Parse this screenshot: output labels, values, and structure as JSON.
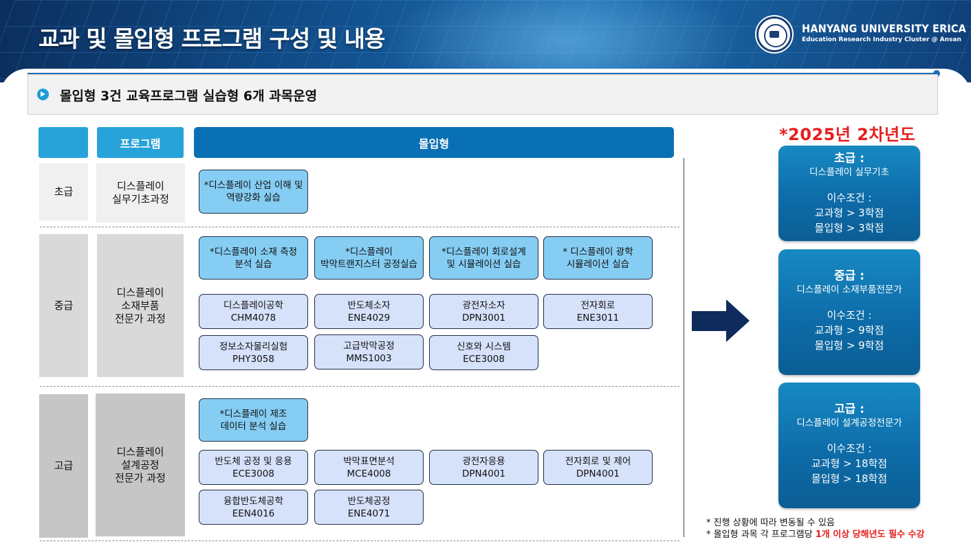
{
  "header": {
    "title": "교과 및 몰입형 프로그램 구성 및 내용",
    "logo_name": "HANYANG UNIVERSITY ERICA",
    "logo_sub": "Education Research Industry Cluster @ Ansan"
  },
  "subtitle": "몰입형 3건 교육프로그램 실습형 6개 과목운영",
  "table_headers": {
    "blank": "",
    "program": "프로그램",
    "immersive": "몰입형"
  },
  "levels": {
    "beginner": {
      "label": "초급",
      "program": "디스플레이\n실무기초과정"
    },
    "intermediate": {
      "label": "중급",
      "program": "디스플레이\n소재부품\n전문가 과정"
    },
    "advanced": {
      "label": "고급",
      "program": "디스플레이\n설계공정\n전문가 과정"
    }
  },
  "courses": {
    "beginner": [
      {
        "name": "*디스플레이 산업 이해 및\n역량강화 실습",
        "type": "immersive"
      }
    ],
    "intermediate": [
      {
        "name": "*디스플레이 소재 측정\n분석 실습",
        "type": "immersive"
      },
      {
        "name": "*디스플레이\n박막트랜지스터 공정실습",
        "type": "immersive"
      },
      {
        "name": "*디스플레이 회로설계\n및 시뮬레이션 실습",
        "type": "immersive"
      },
      {
        "name": "* 디스플레이 광학\n시뮬레이션 실습",
        "type": "immersive"
      },
      {
        "name": "디스플레이공학\nCHM4078",
        "type": "regular"
      },
      {
        "name": "반도체소자\nENE4029",
        "type": "regular"
      },
      {
        "name": "광전자소자\nDPN3001",
        "type": "regular"
      },
      {
        "name": "전자회로\nENE3011",
        "type": "regular"
      },
      {
        "name": "정보소자물리실험\nPHY3058",
        "type": "regular"
      },
      {
        "name": "고급박막공정\nMMS1003",
        "type": "regular"
      },
      {
        "name": "신호와 시스템\nECE3008",
        "type": "regular"
      }
    ],
    "advanced": [
      {
        "name": "*디스플레이 제조\n데이터 분석 실습",
        "type": "immersive"
      },
      {
        "name": "반도체 공정 및 응용\nECE3008",
        "type": "regular"
      },
      {
        "name": "박막표면분석\nMCE4008",
        "type": "regular"
      },
      {
        "name": "광전자응용\nDPN4001",
        "type": "regular"
      },
      {
        "name": "전자회로 및 제어\nDPN4001",
        "type": "regular"
      },
      {
        "name": "융합반도체공학\nEEN4016",
        "type": "regular"
      },
      {
        "name": "반도체공정\nENE4071",
        "type": "regular"
      }
    ]
  },
  "right_panel": {
    "year": "*2025년 2차년도",
    "boxes": [
      {
        "level": "초급 :",
        "name": "디스플레이 실무기초",
        "cond_label": "이수조건 :",
        "line1": "교과형 > 3학점",
        "line2": "몰입형 > 3학점"
      },
      {
        "level": "중급 :",
        "name": "디스플레이  소재부품전문가",
        "cond_label": "이수조건 :",
        "line1": "교과형 > 9학점",
        "line2": "몰입형 > 9학점"
      },
      {
        "level": "고급 :",
        "name": "디스플레이 설계공정전문가",
        "cond_label": "이수조건 :",
        "line1": "교과형 > 18학점",
        "line2": "몰입형 > 18학점"
      }
    ]
  },
  "notes": {
    "note1": "* 진행 상황에 따라 변동될 수 있음",
    "note2_prefix": "* 몰입형 과목 각 프로그램당 ",
    "note2_emph": "1개 이상 당해년도 필수 수강"
  },
  "colors": {
    "header_light": "#27a3d9",
    "header_dark": "#0a70b5",
    "immersive_course": "#85cdf3",
    "regular_course": "#d6e1fa",
    "arrow": "#0f2a5c",
    "emphasis_red": "#e61e1e"
  }
}
